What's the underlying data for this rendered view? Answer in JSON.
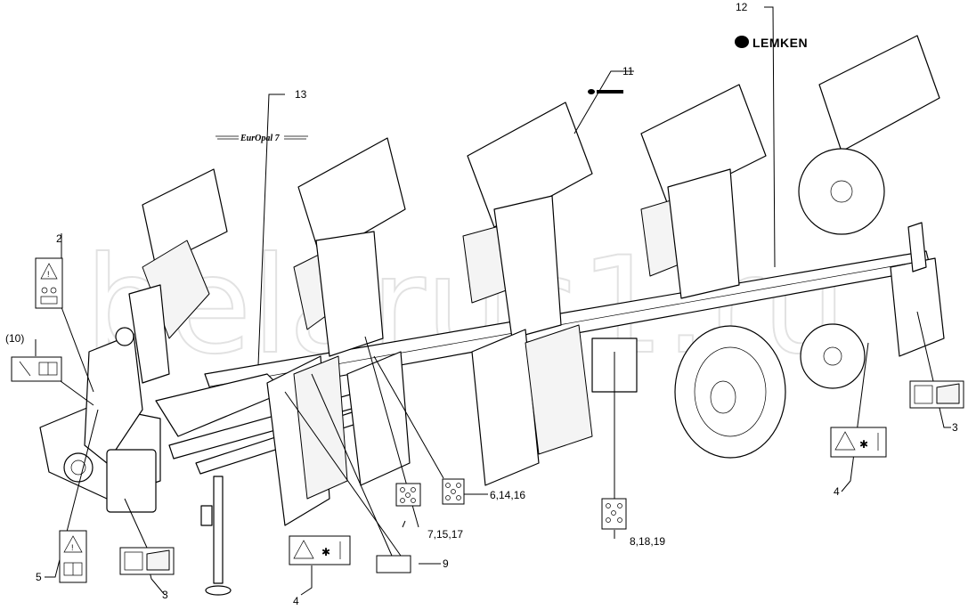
{
  "watermark": "belarus1.ru",
  "brands": {
    "lemken": "LEMKEN",
    "europal": "EurOpal 7"
  },
  "callouts": [
    {
      "id": "c2",
      "text": "2"
    },
    {
      "id": "c10",
      "text": "(10)"
    },
    {
      "id": "c13",
      "text": "13"
    },
    {
      "id": "c11",
      "text": "11"
    },
    {
      "id": "c12",
      "text": "12"
    },
    {
      "id": "c3r",
      "text": "3"
    },
    {
      "id": "c4r",
      "text": "4"
    },
    {
      "id": "c6",
      "text": "6,14,16"
    },
    {
      "id": "c7",
      "text": "7,15,17"
    },
    {
      "id": "c8",
      "text": "8,18,19"
    },
    {
      "id": "c9",
      "text": "9"
    },
    {
      "id": "c4b",
      "text": "4"
    },
    {
      "id": "c3b",
      "text": "3"
    },
    {
      "id": "c5",
      "text": "5"
    }
  ],
  "icons": {
    "warning": "warning-triangle-icon",
    "manual": "manual-book-icon",
    "hydraulic": "hydraulic-coupling-icon",
    "crush": "crush-hazard-icon",
    "reflector": "reflector-dots-icon"
  },
  "colors": {
    "ink": "#000000",
    "paper": "#ffffff",
    "watermark": "#e2e2e2"
  }
}
